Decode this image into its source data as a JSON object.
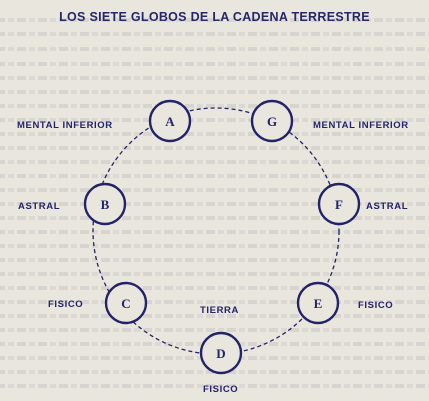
{
  "title": "LOS SIETE GLOBOS DE LA CADENA TERRESTRE",
  "center_label": "TIERRA",
  "globes": [
    {
      "letter": "A",
      "plane": "MENTAL INFERIOR"
    },
    {
      "letter": "B",
      "plane": "ASTRAL"
    },
    {
      "letter": "C",
      "plane": "FISICO"
    },
    {
      "letter": "D",
      "plane": "FISICO"
    },
    {
      "letter": "E",
      "plane": "FISICO"
    },
    {
      "letter": "F",
      "plane": "ASTRAL"
    },
    {
      "letter": "G",
      "plane": "MENTAL INFERIOR"
    }
  ],
  "colors": {
    "ink": "#23236a",
    "paper": "#e9e6dd"
  }
}
